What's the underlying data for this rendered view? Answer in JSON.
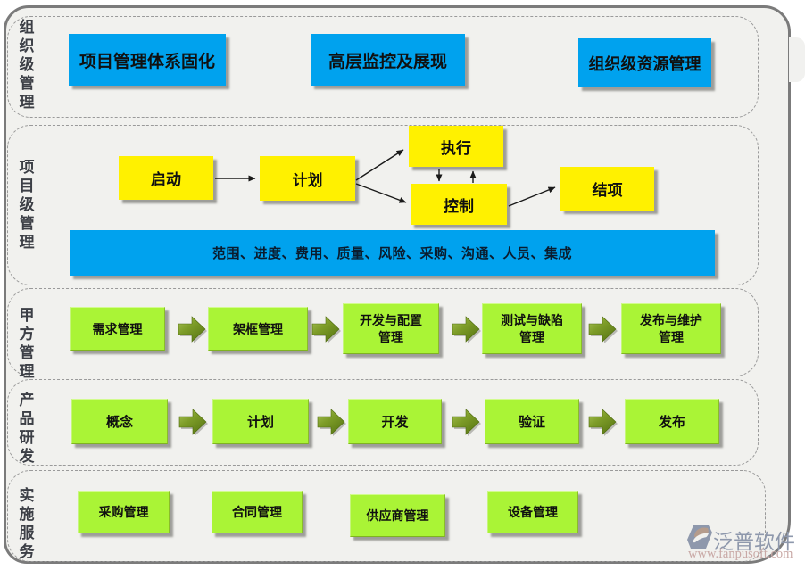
{
  "colors": {
    "background": "#f1f1ee",
    "frame_border": "#7b7b7b",
    "band_border": "#9a9a9a",
    "label_text": "#3c3f46",
    "blue_box": "#00a2ee",
    "yellow_box": "#fff100",
    "green_box": "#aaf436",
    "green_arrow_light": "#a3bf4a",
    "green_arrow_dark": "#5f7d16",
    "arrow_black": "#1a1a1a",
    "watermark_blue": "#8e98ac",
    "watermark_pink": "#c9a9a6",
    "watermark_tan": "#b59c8c"
  },
  "bands": [
    {
      "label": "组织级管理",
      "boxes": [
        {
          "label": "项目管理体系固化"
        },
        {
          "label": "高层监控及展现"
        },
        {
          "label": "组织级资源管理"
        }
      ]
    },
    {
      "label": "项目级管理",
      "boxes": [
        {
          "label": "启动"
        },
        {
          "label": "计划"
        },
        {
          "label": "执行"
        },
        {
          "label": "控制"
        },
        {
          "label": "结项"
        }
      ],
      "knowledge_bar": "范围、进度、费用、质量、风险、采购、沟通、人员、集成"
    },
    {
      "label": "甲方管理",
      "boxes": [
        {
          "label": "需求管理"
        },
        {
          "label": "架框管理"
        },
        {
          "label": "开发与配置\n管理"
        },
        {
          "label": "测试与缺陷\n管理"
        },
        {
          "label": "发布与维护\n管理"
        }
      ]
    },
    {
      "label": "产品研发",
      "boxes": [
        {
          "label": "概念"
        },
        {
          "label": "计划"
        },
        {
          "label": "开发"
        },
        {
          "label": "验证"
        },
        {
          "label": "发布"
        }
      ]
    },
    {
      "label": "实施服务",
      "boxes": [
        {
          "label": "采购管理"
        },
        {
          "label": "合同管理"
        },
        {
          "label": "供应商管理"
        },
        {
          "label": "设备管理"
        }
      ]
    }
  ],
  "watermark": {
    "brand": "泛普软件",
    "url_text": "www.fanpusoft.com"
  }
}
